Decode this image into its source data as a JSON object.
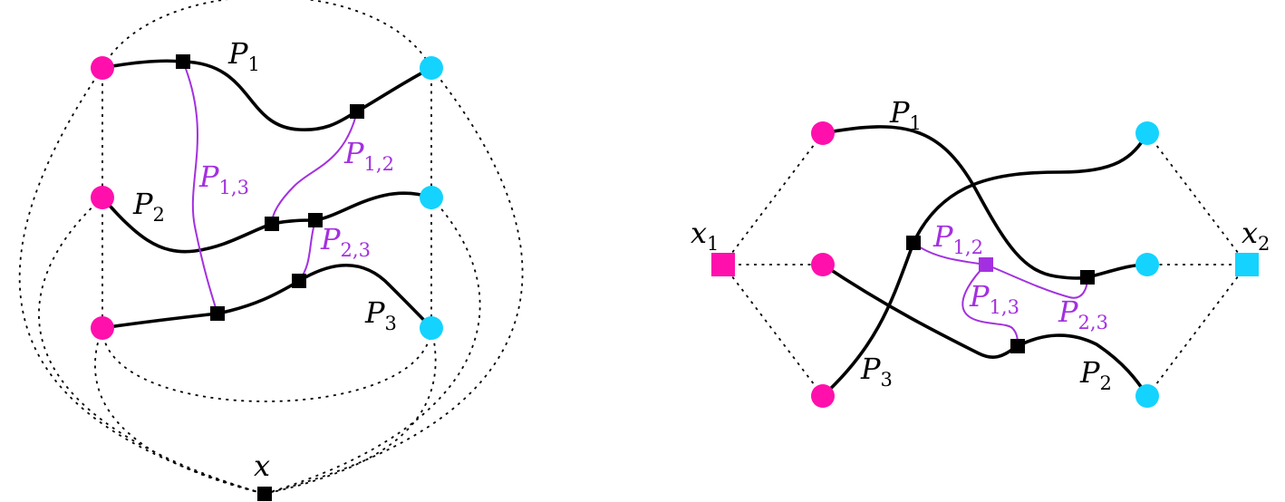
{
  "colors": {
    "magenta": "#ff10ac",
    "cyan": "#14d3ff",
    "purple": "#a330e0",
    "black": "#000000"
  },
  "left": {
    "labels": {
      "p1": {
        "main": "P",
        "sub": "1"
      },
      "p2": {
        "main": "P",
        "sub": "2"
      },
      "p3": {
        "main": "P",
        "sub": "3"
      },
      "p12": {
        "main": "P",
        "sub": "1,2"
      },
      "p13": {
        "main": "P",
        "sub": "1,3"
      },
      "p23": {
        "main": "P",
        "sub": "2,3"
      },
      "x": {
        "main": "x"
      }
    }
  },
  "right": {
    "labels": {
      "p1": {
        "main": "P",
        "sub": "1"
      },
      "p2": {
        "main": "P",
        "sub": "2"
      },
      "p3": {
        "main": "P",
        "sub": "3"
      },
      "p12": {
        "main": "P",
        "sub": "1,2"
      },
      "p13": {
        "main": "P",
        "sub": "1,3"
      },
      "p23": {
        "main": "P",
        "sub": "2,3"
      },
      "x1": {
        "main": "x",
        "sub": "1"
      },
      "x2": {
        "main": "x",
        "sub": "2"
      }
    }
  }
}
